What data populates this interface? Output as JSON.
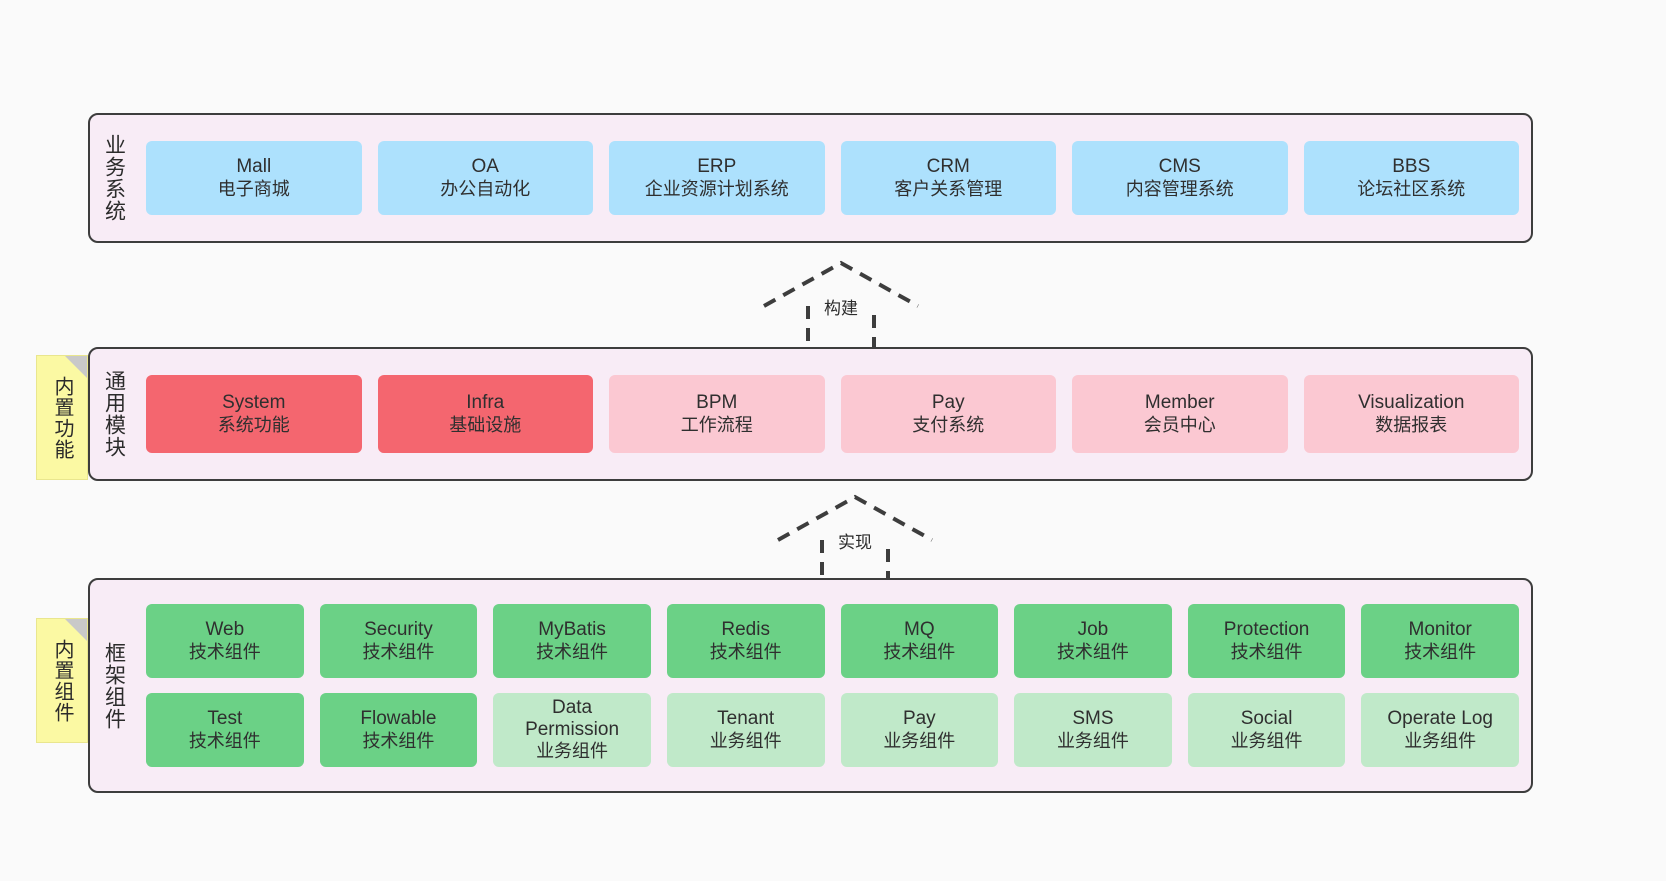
{
  "diagram": {
    "background_color": "#fafafa",
    "container_fill": "#f8ecf6",
    "container_border": "#3d3d3d"
  },
  "business_layer": {
    "title": "业务系统",
    "card_color": "#ade1fd",
    "items": [
      {
        "name": "Mall",
        "desc": "电子商城"
      },
      {
        "name": "OA",
        "desc": "办公自动化"
      },
      {
        "name": "ERP",
        "desc": "企业资源计划系统"
      },
      {
        "name": "CRM",
        "desc": "客户关系管理"
      },
      {
        "name": "CMS",
        "desc": "内容管理系统"
      },
      {
        "name": "BBS",
        "desc": "论坛社区系统"
      }
    ]
  },
  "connector_build": {
    "label": "构建",
    "style": "dashed-hollow-arrow-up"
  },
  "connector_implement": {
    "label": "实现",
    "style": "dashed-hollow-arrow-up"
  },
  "module_note": {
    "label": "内置功能",
    "color": "#fbf9a3"
  },
  "module_layer": {
    "title": "通用模块",
    "card_color_strong": "#f4666f",
    "card_color_soft": "#fbc8d2",
    "items": [
      {
        "name": "System",
        "desc": "系统功能",
        "emphasis": "strong"
      },
      {
        "name": "Infra",
        "desc": "基础设施",
        "emphasis": "strong"
      },
      {
        "name": "BPM",
        "desc": "工作流程",
        "emphasis": "soft"
      },
      {
        "name": "Pay",
        "desc": "支付系统",
        "emphasis": "soft"
      },
      {
        "name": "Member",
        "desc": "会员中心",
        "emphasis": "soft"
      },
      {
        "name": "Visualization",
        "desc": "数据报表",
        "emphasis": "soft"
      }
    ]
  },
  "component_note": {
    "label": "内置组件",
    "color": "#fbf9a3"
  },
  "component_layer": {
    "title": "框架组件",
    "card_color_tech": "#6bd186",
    "card_color_biz": "#c0e9c9",
    "row1": [
      {
        "name": "Web",
        "desc": "技术组件"
      },
      {
        "name": "Security",
        "desc": "技术组件"
      },
      {
        "name": "MyBatis",
        "desc": "技术组件"
      },
      {
        "name": "Redis",
        "desc": "技术组件"
      },
      {
        "name": "MQ",
        "desc": "技术组件"
      },
      {
        "name": "Job",
        "desc": "技术组件"
      },
      {
        "name": "Protection",
        "desc": "技术组件"
      },
      {
        "name": "Monitor",
        "desc": "技术组件"
      }
    ],
    "row2": [
      {
        "name": "Test",
        "desc": "技术组件",
        "kind": "tech"
      },
      {
        "name": "Flowable",
        "desc": "技术组件",
        "kind": "tech"
      },
      {
        "name": "Data Permission",
        "desc": "业务组件",
        "kind": "biz"
      },
      {
        "name": "Tenant",
        "desc": "业务组件",
        "kind": "biz"
      },
      {
        "name": "Pay",
        "desc": "业务组件",
        "kind": "biz"
      },
      {
        "name": "SMS",
        "desc": "业务组件",
        "kind": "biz"
      },
      {
        "name": "Social",
        "desc": "业务组件",
        "kind": "biz"
      },
      {
        "name": "Operate Log",
        "desc": "业务组件",
        "kind": "biz"
      }
    ]
  }
}
